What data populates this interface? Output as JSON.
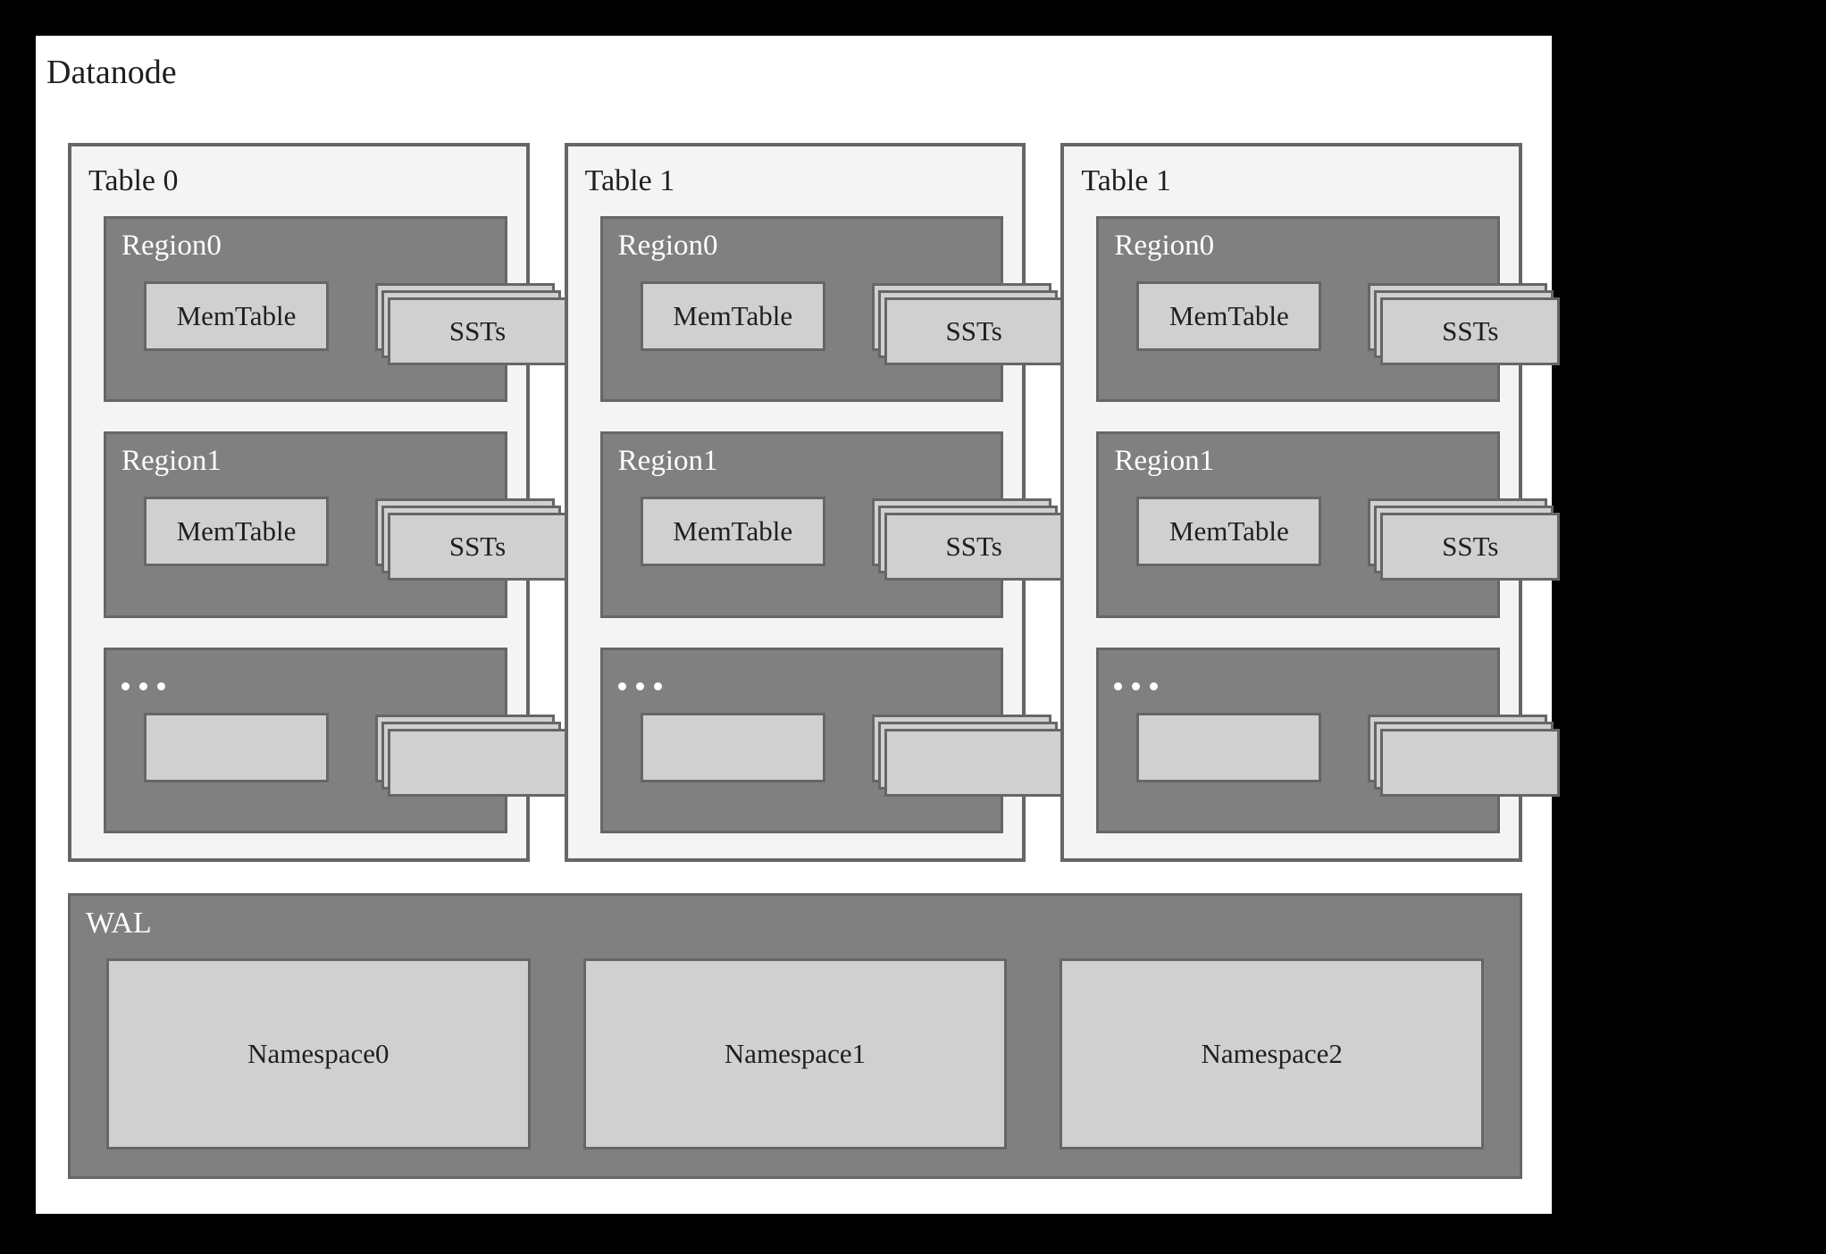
{
  "diagram": {
    "title": "Datanode",
    "tables": [
      {
        "title": "Table 0",
        "regions": [
          {
            "label": "Region0",
            "is_ellipsis": false,
            "memtable_label": "MemTable",
            "ssts_label": "SSTs"
          },
          {
            "label": "Region1",
            "is_ellipsis": false,
            "memtable_label": "MemTable",
            "ssts_label": "SSTs"
          },
          {
            "label": "...",
            "is_ellipsis": true,
            "memtable_label": "",
            "ssts_label": ""
          }
        ]
      },
      {
        "title": "Table 1",
        "regions": [
          {
            "label": "Region0",
            "is_ellipsis": false,
            "memtable_label": "MemTable",
            "ssts_label": "SSTs"
          },
          {
            "label": "Region1",
            "is_ellipsis": false,
            "memtable_label": "MemTable",
            "ssts_label": "SSTs"
          },
          {
            "label": "...",
            "is_ellipsis": true,
            "memtable_label": "",
            "ssts_label": ""
          }
        ]
      },
      {
        "title": "Table 1",
        "regions": [
          {
            "label": "Region0",
            "is_ellipsis": false,
            "memtable_label": "MemTable",
            "ssts_label": "SSTs"
          },
          {
            "label": "Region1",
            "is_ellipsis": false,
            "memtable_label": "MemTable",
            "ssts_label": "SSTs"
          },
          {
            "label": "...",
            "is_ellipsis": true,
            "memtable_label": "",
            "ssts_label": ""
          }
        ]
      }
    ],
    "wal": {
      "title": "WAL",
      "namespaces": [
        {
          "label": "Namespace0"
        },
        {
          "label": "Namespace1"
        },
        {
          "label": "Namespace2"
        }
      ]
    }
  },
  "colors": {
    "frame_border": "#000000",
    "canvas_background": "#ffffff",
    "table_panel_background": "#f4f4f4",
    "region_background": "#808080",
    "box_fill": "#d0d0d0",
    "box_border": "#666666",
    "dark_text": "#1f1f1f",
    "light_text": "#ffffff"
  }
}
